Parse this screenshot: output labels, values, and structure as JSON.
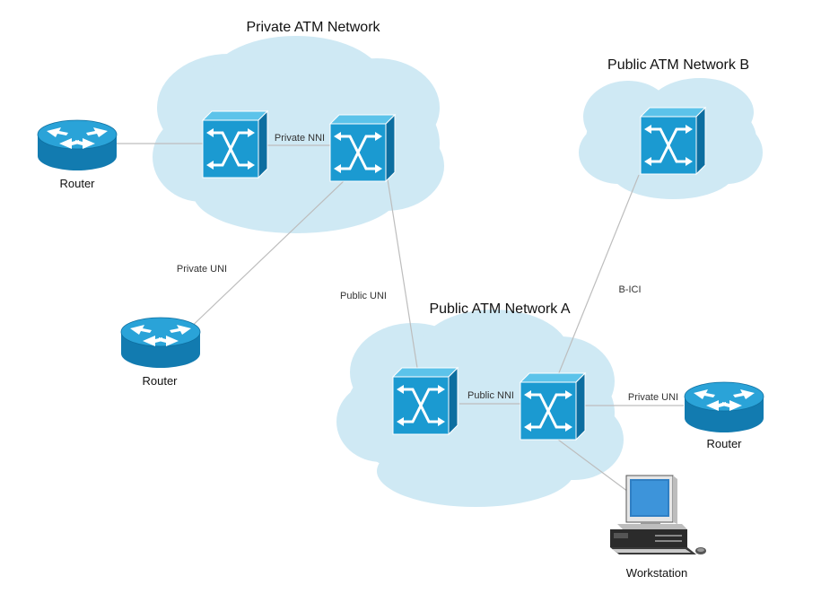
{
  "colors": {
    "cloud": "#cfe9f4",
    "switch_front": "#1b9ad1",
    "switch_top": "#5cc3ea",
    "switch_side": "#0d6ea0",
    "router_top": "#2aa3d8",
    "router_side": "#127bb0",
    "link": "#bdbdbd"
  },
  "networks": {
    "private_atm": {
      "title": "Private ATM Network"
    },
    "public_b": {
      "title": "Public ATM Network B"
    },
    "public_a": {
      "title": "Public ATM Network A"
    }
  },
  "links": {
    "private_nni": "Private NNI",
    "private_uni_left": "Private UNI",
    "public_uni": "Public UNI",
    "b_ici": "B-ICI",
    "public_nni": "Public NNI",
    "private_uni_right": "Private UNI"
  },
  "devices": {
    "router_top_left": {
      "label": "Router",
      "icon": "router-icon"
    },
    "router_mid_left": {
      "label": "Router",
      "icon": "router-icon"
    },
    "router_right": {
      "label": "Router",
      "icon": "router-icon"
    },
    "workstation": {
      "label": "Workstation",
      "icon": "workstation-icon"
    },
    "switch_icon": "atm-switch-icon"
  }
}
